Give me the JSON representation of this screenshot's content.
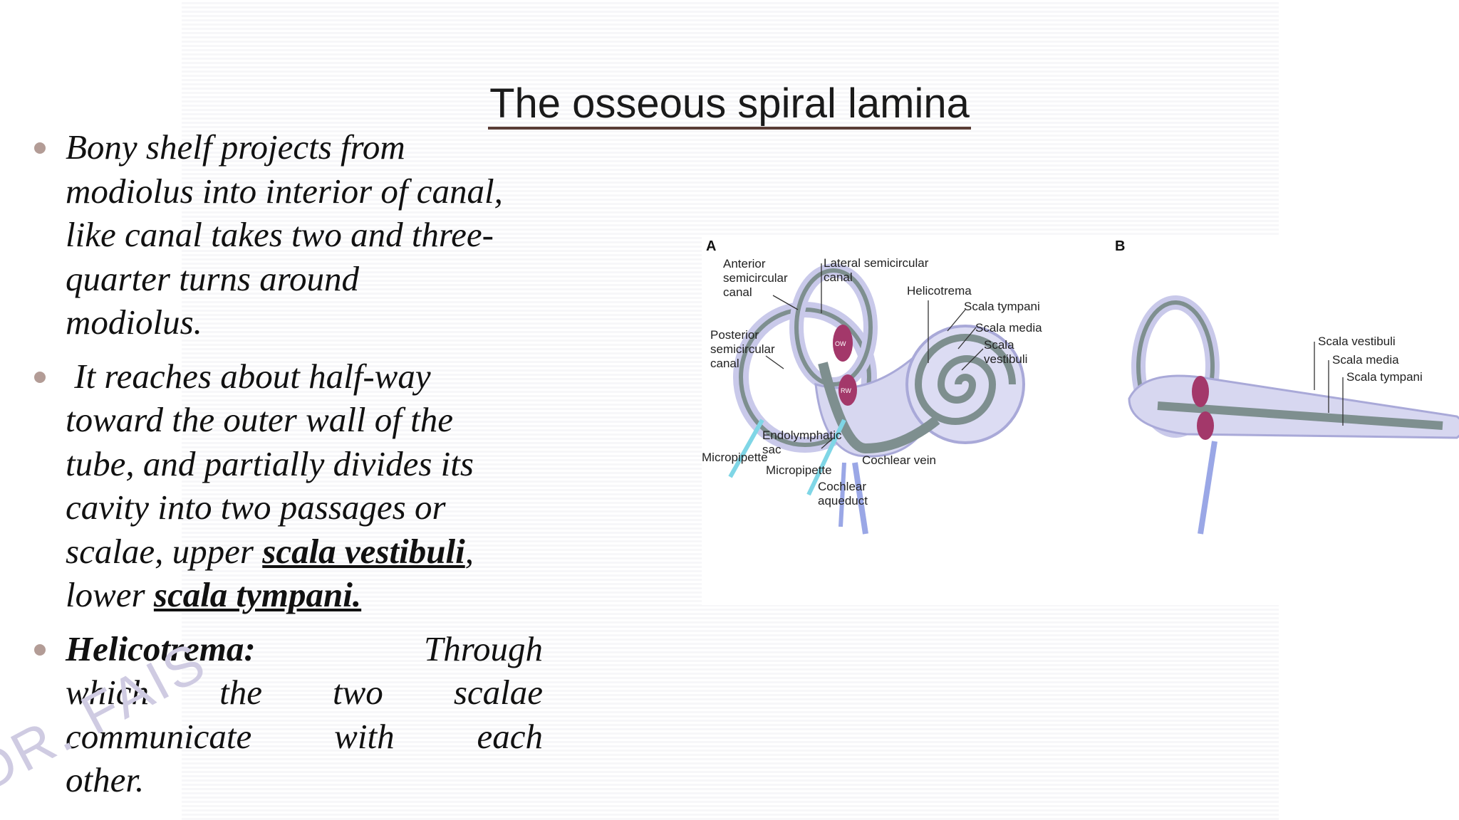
{
  "slide": {
    "title": "The osseous spiral lamina",
    "watermark": "DR. FAIS"
  },
  "bullets": [
    {
      "lines": [
        "Bony shelf  projects from",
        "modiolus into interior of canal,",
        "like canal takes two and three-",
        "quarter turns around",
        "modiolus."
      ]
    },
    {
      "lines": [
        " It reaches about half-way",
        "toward the outer wall of the",
        "tube, and partially divides its",
        "cavity into two passages or"
      ],
      "line5_prefix": "scalae, upper ",
      "term1": "scala vestibuli",
      "line5_suffix": ",",
      "line6_prefix": "lower ",
      "term2": "scala tympani."
    },
    {
      "term": "Helicotrema:",
      "line1_suffix": "Through",
      "lines": [
        "which the two scalae",
        "communicate with each",
        "other."
      ]
    }
  ],
  "diagram": {
    "panel_a": "A",
    "panel_b": "B",
    "labels_a": {
      "anterior": [
        "Anterior",
        "semicircular",
        "canal"
      ],
      "lateral": [
        "Lateral semicircular",
        "canal"
      ],
      "posterior": [
        "Posterior",
        "semicircular",
        "canal"
      ],
      "helicotrema": "Helicotrema",
      "scala_tympani": "Scala tympani",
      "scala_media": "Scala media",
      "scala_vestibuli": [
        "Scala",
        "vestibuli"
      ],
      "endolymphatic": [
        "Endolymphatic",
        "sac"
      ],
      "micropipette_left": "Micropipette",
      "micropipette_mid": "Micropipette",
      "cochlear_vein": "Cochlear vein",
      "cochlear_aqueduct": [
        "Cochlear",
        "aqueduct"
      ],
      "ow": "OW",
      "rw": "RW"
    },
    "labels_b": {
      "scala_vestibuli": "Scala vestibuli",
      "scala_media": "Scala media",
      "scala_tympani": "Scala tympani"
    },
    "colors": {
      "bone": "#c9c9ea",
      "membrane": "#7e8f8f",
      "window": "#a3386a",
      "pipette": "#7fd6e6"
    }
  }
}
